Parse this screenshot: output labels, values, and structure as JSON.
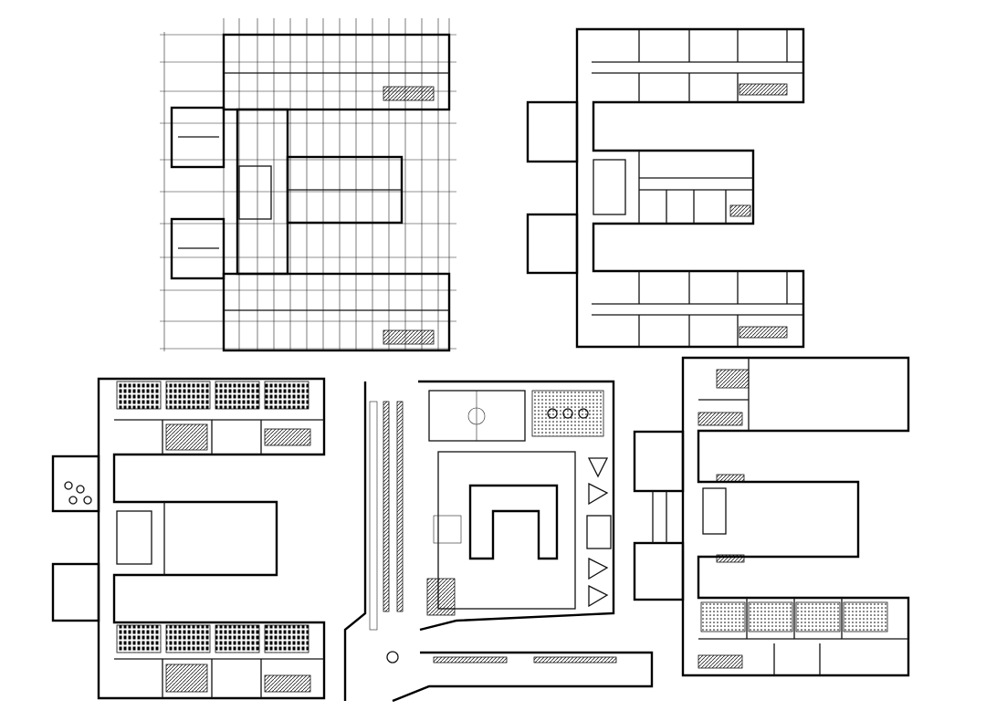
{
  "sheet": {
    "background": "#ffffff",
    "line_color": "#000000",
    "drawings": [
      {
        "id": "grid-floor-plan"
      },
      {
        "id": "e-shaped-floor-plan-top-right"
      },
      {
        "id": "e-shaped-floor-plan-bottom-left"
      },
      {
        "id": "site-plan"
      },
      {
        "id": "e-shaped-floor-plan-bottom-right"
      }
    ]
  }
}
